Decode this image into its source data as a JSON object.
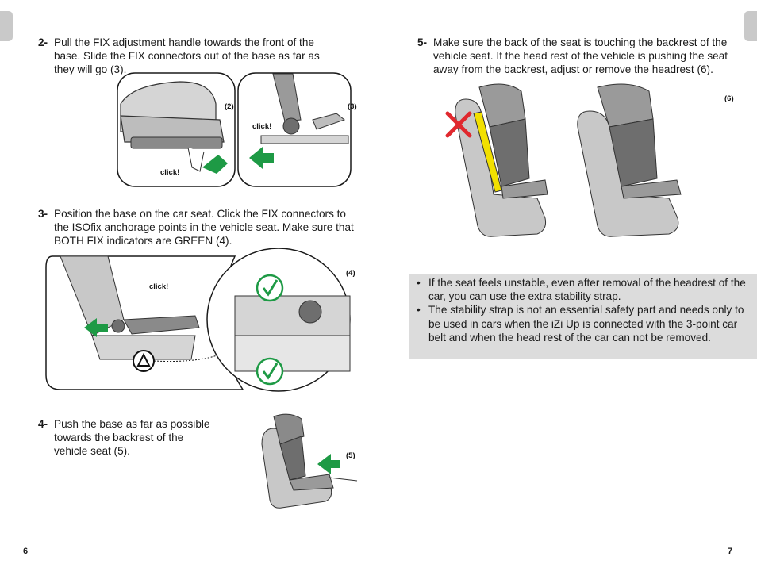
{
  "steps": {
    "s2": {
      "num": "2-",
      "text": "Pull the FIX adjustment handle towards the front of the base. Slide the FIX connectors out of the base as far as they will go (3)."
    },
    "s3": {
      "num": "3-",
      "text": "Position the base on the car seat. Click the FIX connectors to the ISOfix anchorage points in the vehicle seat. Make sure that BOTH FIX indicators are GREEN (4)."
    },
    "s4": {
      "num": "4-",
      "text": "Push the base as far as possible towards the backrest of the vehicle seat (5)."
    },
    "s5": {
      "num": "5-",
      "text": "Make sure the back of the seat is touching the backrest of the vehicle seat. If the head rest of the vehicle is pushing the seat away from the backrest, adjust or remove the headrest (6)."
    }
  },
  "figures": {
    "f2": "(2)",
    "f3": "(3)",
    "f4": "(4)",
    "f5": "(5)",
    "f6": "(6)",
    "click": "click!"
  },
  "notes": [
    "If the seat feels unstable, even after removal of the headrest of the car, you can use the extra stability strap.",
    "The stability strap is not an essential safety part and needs only to be used in cars when the iZi Up is connected with the 3-point car belt and when the head rest of the car can not be removed."
  ],
  "pages": {
    "left": "6",
    "right": "7"
  },
  "colors": {
    "green": "#1e9a45",
    "red": "#e0282e",
    "yellow": "#f2e000",
    "seat": "#c8c8c8",
    "dark": "#6e6e6e",
    "tab": "#c9c9c9",
    "note_bg": "#dcdcdc"
  }
}
